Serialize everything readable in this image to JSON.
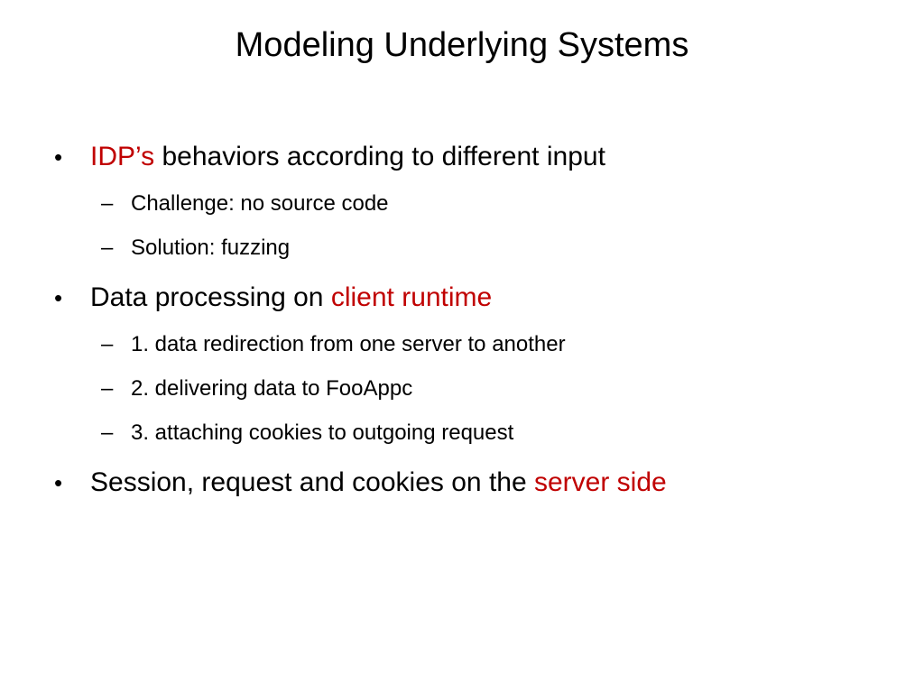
{
  "slide": {
    "title": "Modeling Underlying Systems",
    "accent_color": "#c00000",
    "bullet_marker": "•",
    "sub_marker": "–",
    "items": [
      {
        "accent": "IDP’s",
        "rest": " behaviors according to different input",
        "subitems": [
          "Challenge: no source code",
          "Solution: fuzzing"
        ]
      },
      {
        "lead": "Data processing on ",
        "accent": "client runtime",
        "subitems": [
          "1. data redirection from one server to another",
          "2. delivering data to FooAppc",
          "3. attaching cookies to outgoing request"
        ]
      },
      {
        "lead": "Session, request and cookies on the ",
        "accent": "server side",
        "subitems": []
      }
    ]
  }
}
